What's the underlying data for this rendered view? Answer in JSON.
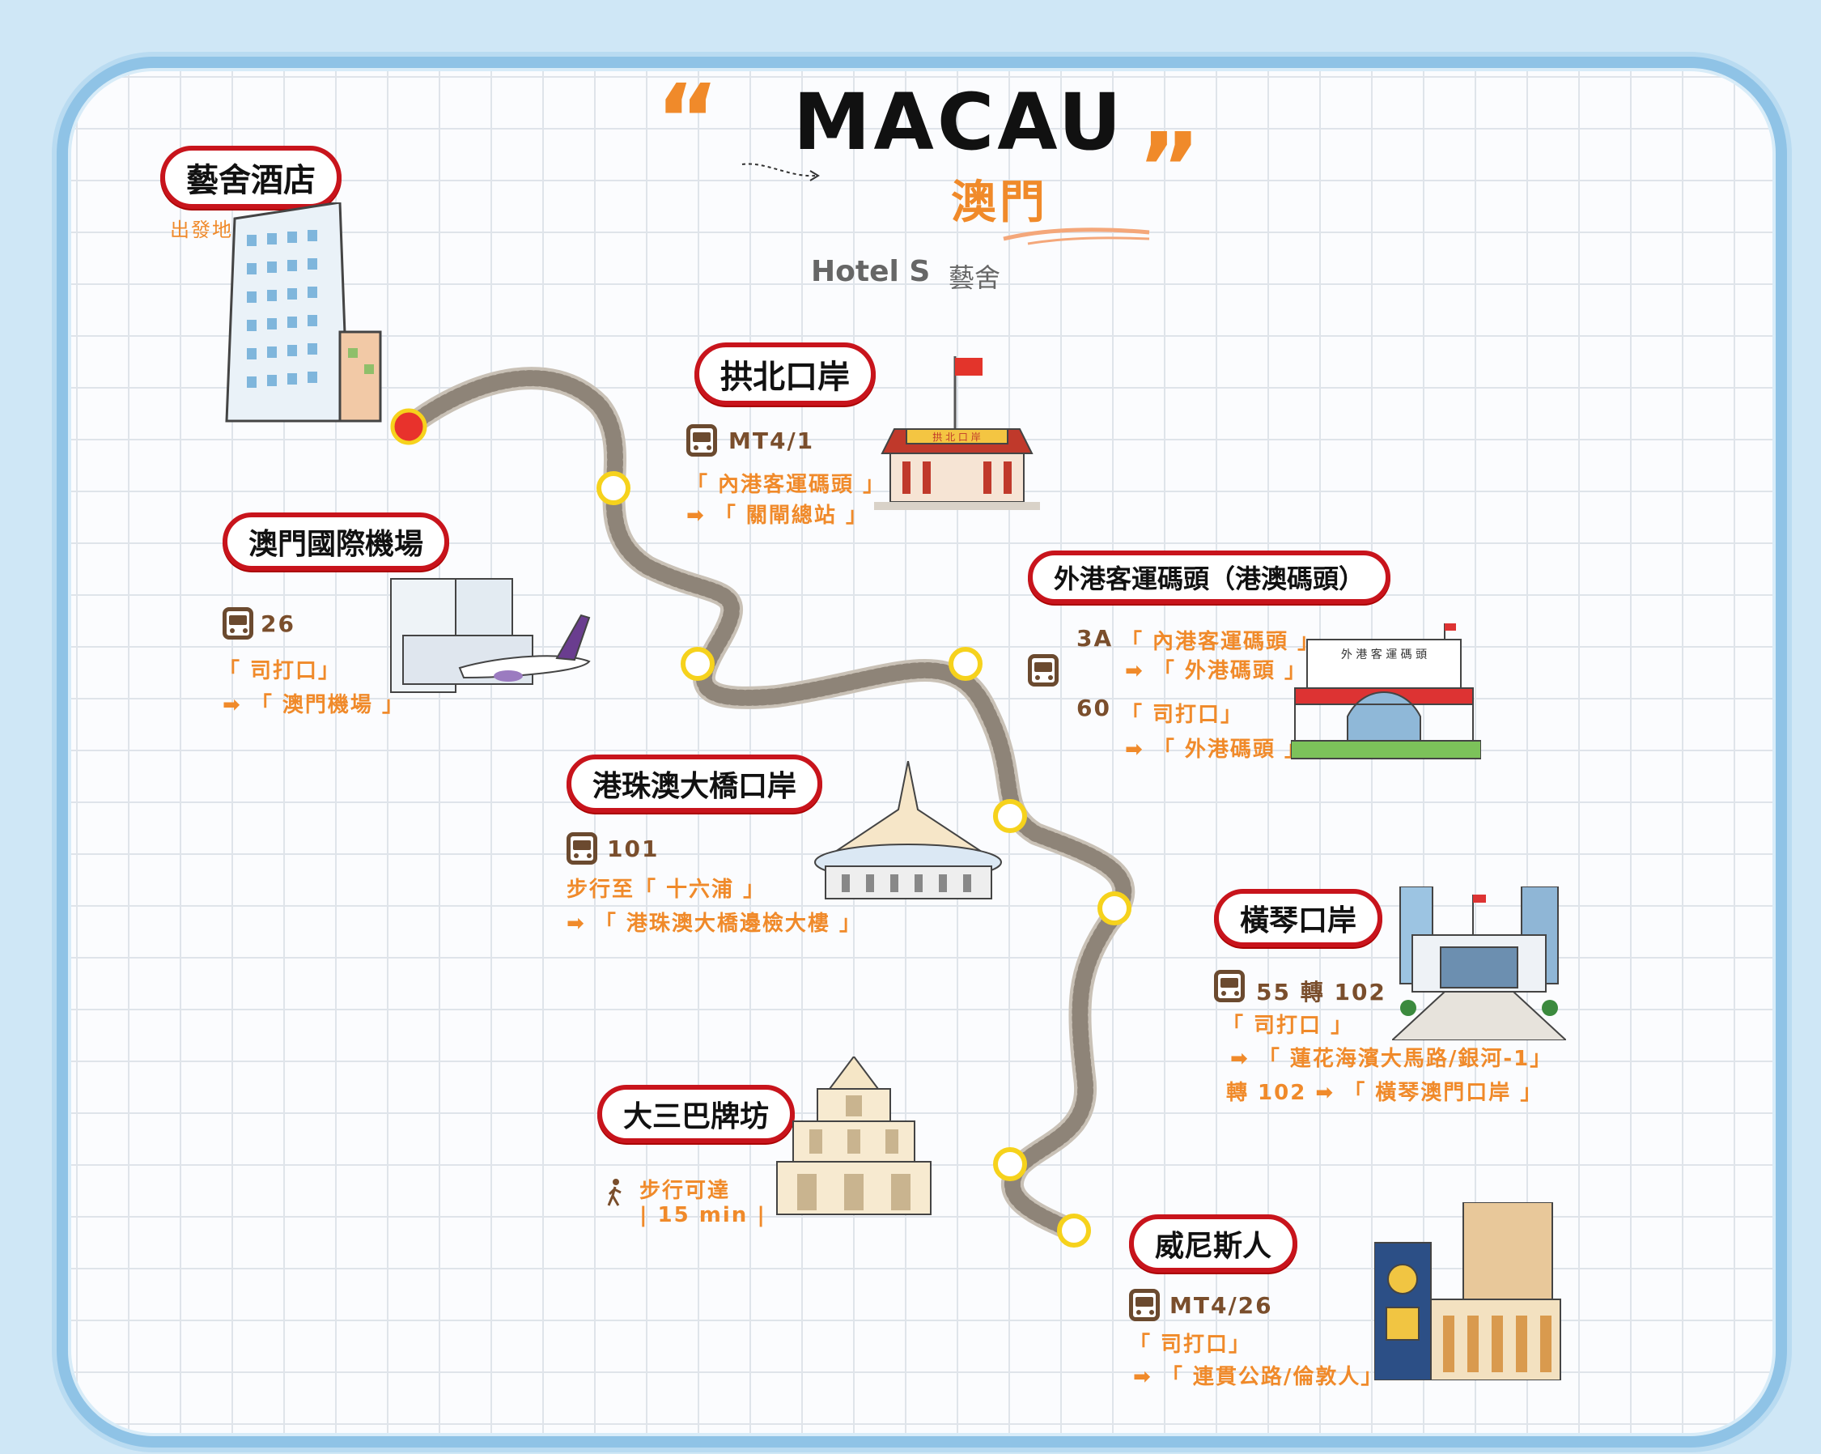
{
  "header": {
    "title": "MACAU",
    "subtitle": "澳門",
    "hotel_en": "Hotel S",
    "hotel_cn": "藝舍",
    "open_quote": "“",
    "close_quote": "”"
  },
  "colors": {
    "accent": "#f08a2a",
    "pill_border": "#c8141c",
    "route_dot": "#f6d21c",
    "start_dot": "#e8322c",
    "frame": "#8fc3e6"
  },
  "stops": {
    "hotel": {
      "name": "藝舍酒店",
      "note": "出發地"
    },
    "gongbei": {
      "name": "拱北口岸",
      "bus": "MT4/1",
      "from": "「 內港客運碼頭 」",
      "to": "➡ 「 關閘總站 」",
      "sign": "拱 北 口 岸"
    },
    "airport": {
      "name": "澳門國際機場",
      "bus": "26",
      "from": "「 司打口」",
      "to": "➡ 「 澳門機場 」"
    },
    "ferry": {
      "name": "外港客運碼頭（港澳碼頭）",
      "route1_bus": "3A",
      "route1_from": "「 內港客運碼頭 」",
      "route1_to": "➡ 「 外港碼頭 」",
      "route2_bus": "60",
      "route2_from": "「 司打口」",
      "route2_to": "➡ 「 外港碼頭 」",
      "sign": "外 港 客 運 碼 頭"
    },
    "hzmb": {
      "name": "港珠澳大橋口岸",
      "bus": "101",
      "walk": "步行至「 十六浦 」",
      "to": "➡ 「 港珠澳大橋邊檢大樓 」"
    },
    "hengqin": {
      "name": "橫琴口岸",
      "bus": "55 轉 102",
      "from": "「 司打口 」",
      "to": "➡ 「 蓮花海濱大馬路/銀河-1」",
      "transfer": "轉 102 ➡ 「 橫琴澳門口岸 」"
    },
    "ruins": {
      "name": "大三巴牌坊",
      "walk": "步行可達",
      "time": "| 15 min |"
    },
    "venetian": {
      "name": "威尼斯人",
      "bus": "MT4/26",
      "from": "「 司打口」",
      "to": "➡ 「 連貫公路/倫敦人」"
    }
  }
}
